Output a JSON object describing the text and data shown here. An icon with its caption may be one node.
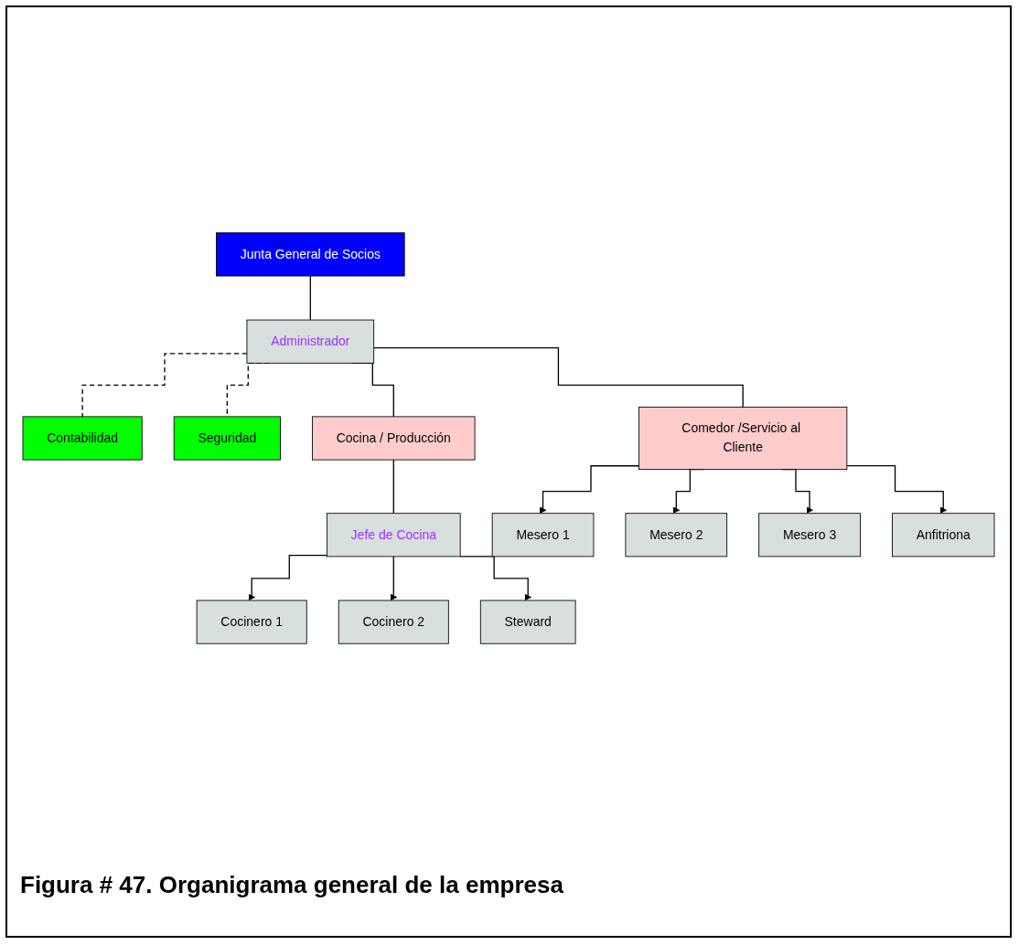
{
  "diagram": {
    "caption": "Figura # 47. Organigrama general de la empresa",
    "nodes": [
      {
        "text": [
          "Junta General de Socios"
        ]
      },
      {
        "text": [
          "Administrador"
        ]
      },
      {
        "text": [
          "Contabilidad"
        ]
      },
      {
        "text": [
          "Seguridad"
        ]
      },
      {
        "text": [
          "Cocina / Producción"
        ]
      },
      {
        "text": [
          "Comedor /Servicio al Cliente"
        ]
      },
      {
        "text": [
          "Jefe de Cocina"
        ]
      },
      {
        "text": [
          "Cocinero 1"
        ]
      },
      {
        "text": [
          "Cocinero 2"
        ]
      },
      {
        "text": [
          "Steward"
        ]
      },
      {
        "text": [
          "Mesero 1"
        ]
      },
      {
        "text": [
          "Mesero 2"
        ]
      },
      {
        "text": [
          "Mesero 3"
        ]
      },
      {
        "text": [
          "Anfitriona"
        ]
      }
    ],
    "edges": [
      {
        "from": 0,
        "to": 1,
        "arrow": "none"
      },
      {
        "from": 1,
        "to": 2,
        "arrow": "none",
        "style": "dashed"
      },
      {
        "from": 1,
        "to": 3,
        "arrow": "none",
        "style": "dashed"
      },
      {
        "from": 1,
        "to": 4,
        "arrow": "none"
      },
      {
        "from": 1,
        "to": 5,
        "arrow": "none"
      },
      {
        "from": 4,
        "to": 6,
        "arrow": "none"
      },
      {
        "from": 6,
        "to": 7,
        "arrow": "to"
      },
      {
        "from": 6,
        "to": 8,
        "arrow": "to"
      },
      {
        "from": 6,
        "to": 9,
        "arrow": "to"
      },
      {
        "from": 5,
        "to": 10,
        "arrow": "to"
      },
      {
        "from": 5,
        "to": 11,
        "arrow": "to"
      },
      {
        "from": 5,
        "to": 12,
        "arrow": "to"
      },
      {
        "from": 5,
        "to": 13,
        "arrow": "to"
      }
    ]
  }
}
